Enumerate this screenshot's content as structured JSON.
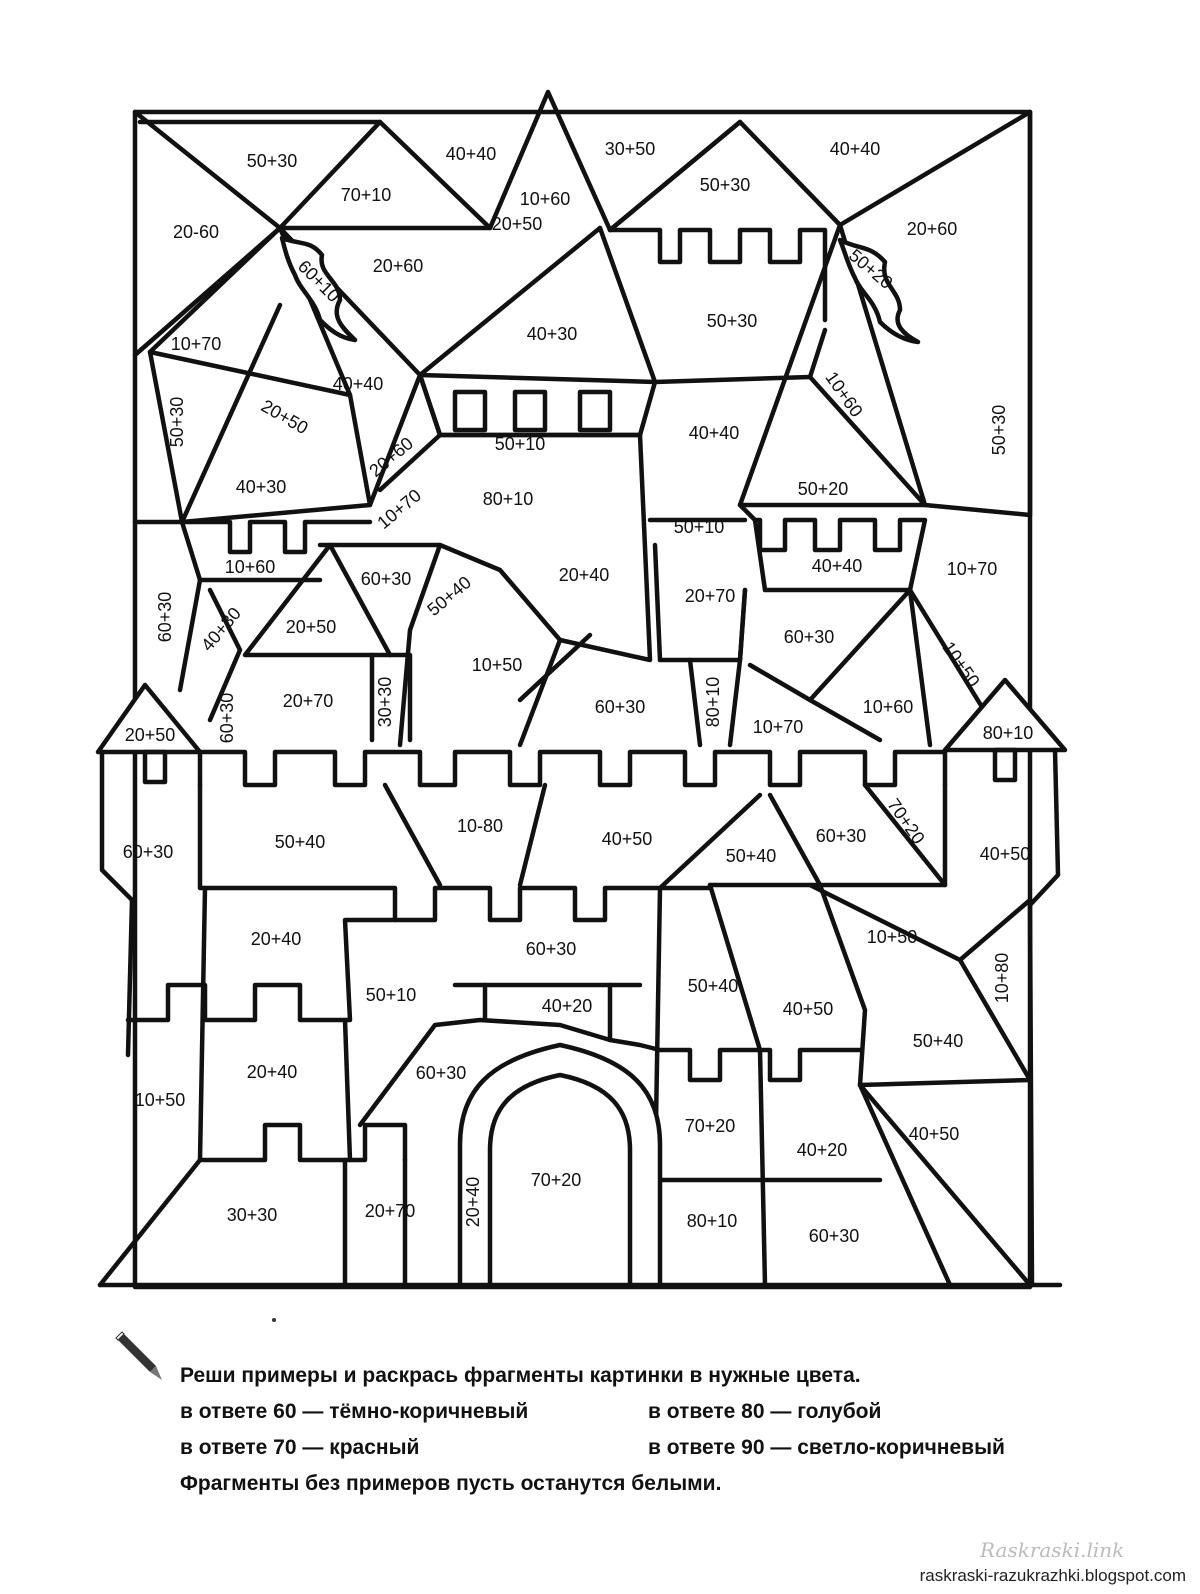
{
  "examples": [
    {
      "id": "e1",
      "text": "50+30"
    },
    {
      "id": "e2",
      "text": "40+40"
    },
    {
      "id": "e3",
      "text": "30+50"
    },
    {
      "id": "e4",
      "text": "40+40"
    },
    {
      "id": "e5",
      "text": "70+10"
    },
    {
      "id": "e6",
      "text": "10+60"
    },
    {
      "id": "e7",
      "text": "50+30"
    },
    {
      "id": "e8",
      "text": "20-60"
    },
    {
      "id": "e9",
      "text": "20+60"
    },
    {
      "id": "e10",
      "text": "20+50"
    },
    {
      "id": "e11",
      "text": "20+60"
    },
    {
      "id": "e12",
      "text": "60+10"
    },
    {
      "id": "e13",
      "text": "50+20"
    },
    {
      "id": "e14",
      "text": "10+70"
    },
    {
      "id": "e15",
      "text": "40+30"
    },
    {
      "id": "e16",
      "text": "50+30"
    },
    {
      "id": "e17",
      "text": "40+40"
    },
    {
      "id": "e18",
      "text": "10+60"
    },
    {
      "id": "e19",
      "text": "50+30"
    },
    {
      "id": "e20",
      "text": "20+50"
    },
    {
      "id": "e21",
      "text": "50+10"
    },
    {
      "id": "e22",
      "text": "40+40"
    },
    {
      "id": "e23",
      "text": "50+30"
    },
    {
      "id": "e24",
      "text": "40+30"
    },
    {
      "id": "e25",
      "text": "80+10"
    },
    {
      "id": "e26",
      "text": "10+70"
    },
    {
      "id": "e27",
      "text": "50+20"
    },
    {
      "id": "e28",
      "text": "20+60"
    },
    {
      "id": "e29",
      "text": "50+10"
    },
    {
      "id": "e30",
      "text": "10+60"
    },
    {
      "id": "e31",
      "text": "60+30"
    },
    {
      "id": "e32",
      "text": "50+40"
    },
    {
      "id": "e33",
      "text": "20+40"
    },
    {
      "id": "e34",
      "text": "40+40"
    },
    {
      "id": "e35",
      "text": "10+70"
    },
    {
      "id": "e36",
      "text": "60+30"
    },
    {
      "id": "e37",
      "text": "40+30"
    },
    {
      "id": "e38",
      "text": "20+50"
    },
    {
      "id": "e39",
      "text": "20+70"
    },
    {
      "id": "e40",
      "text": "60+30"
    },
    {
      "id": "e41",
      "text": "10+50"
    },
    {
      "id": "e42",
      "text": "10+50"
    },
    {
      "id": "e43",
      "text": "60+30"
    },
    {
      "id": "e44",
      "text": "20+70"
    },
    {
      "id": "e45",
      "text": "30+30"
    },
    {
      "id": "e46",
      "text": "60+30"
    },
    {
      "id": "e47",
      "text": "80+10"
    },
    {
      "id": "e48",
      "text": "10+70"
    },
    {
      "id": "e49",
      "text": "10+60"
    },
    {
      "id": "e50",
      "text": "20+50"
    },
    {
      "id": "e51",
      "text": "80+10"
    },
    {
      "id": "e52",
      "text": "60+30"
    },
    {
      "id": "e53",
      "text": "50+40"
    },
    {
      "id": "e54",
      "text": "10-80"
    },
    {
      "id": "e55",
      "text": "40+50"
    },
    {
      "id": "e56",
      "text": "50+40"
    },
    {
      "id": "e57",
      "text": "60+30"
    },
    {
      "id": "e58",
      "text": "70+20"
    },
    {
      "id": "e59",
      "text": "40+50"
    },
    {
      "id": "e60",
      "text": "20+40"
    },
    {
      "id": "e61",
      "text": "60+30"
    },
    {
      "id": "e62",
      "text": "10+50"
    },
    {
      "id": "e63",
      "text": "50+10"
    },
    {
      "id": "e64",
      "text": "40+20"
    },
    {
      "id": "e65",
      "text": "50+40"
    },
    {
      "id": "e66",
      "text": "40+50"
    },
    {
      "id": "e67",
      "text": "10+80"
    },
    {
      "id": "e68",
      "text": "50+40"
    },
    {
      "id": "e69",
      "text": "20+40"
    },
    {
      "id": "e70",
      "text": "60+30"
    },
    {
      "id": "e71",
      "text": "10+50"
    },
    {
      "id": "e72",
      "text": "70+20"
    },
    {
      "id": "e73",
      "text": "40+50"
    },
    {
      "id": "e74",
      "text": "40+20"
    },
    {
      "id": "e75",
      "text": "70+20"
    },
    {
      "id": "e76",
      "text": "30+30"
    },
    {
      "id": "e77",
      "text": "20+70"
    },
    {
      "id": "e78",
      "text": "20+40"
    },
    {
      "id": "e79",
      "text": "80+10"
    },
    {
      "id": "e80",
      "text": "60+30"
    }
  ],
  "instructions": {
    "line1": "Реши примеры и раскрась фрагменты картинки в нужные цвета.",
    "key60": "в ответе 60 — тёмно-коричневый",
    "key80": "в ответе 80 — голубой",
    "key70": "в ответе 70 — красный",
    "key90": "в ответе 90 — светло-коричневый",
    "line4": "Фрагменты без примеров пусть останутся белыми."
  },
  "icons": {
    "pencil": "pencil-icon"
  },
  "credit": "raskraski-razukrazhki.blogspot.com",
  "watermark": "Raskraski.link"
}
